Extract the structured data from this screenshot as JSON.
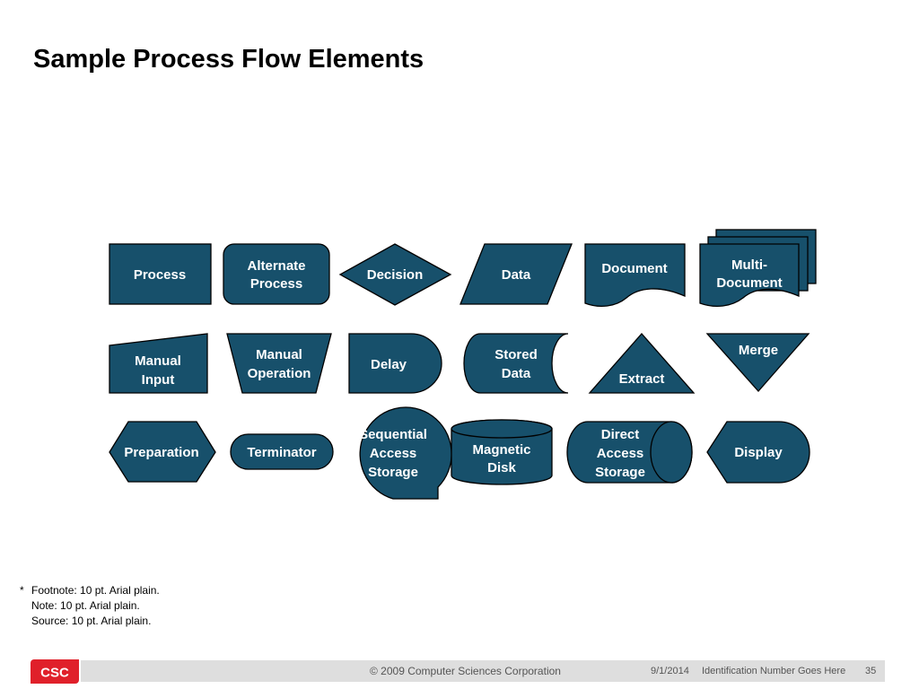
{
  "slide": {
    "title": "Sample Process Flow Elements"
  },
  "shapes": {
    "process": [
      "Process"
    ],
    "alternate_process": [
      "Alternate",
      "Process"
    ],
    "decision": [
      "Decision"
    ],
    "data": [
      "Data"
    ],
    "document": [
      "Document"
    ],
    "multi_document": [
      "Multi-",
      "Document"
    ],
    "manual_input": [
      "Manual",
      "Input"
    ],
    "manual_operation": [
      "Manual",
      "Operation"
    ],
    "delay": [
      "Delay"
    ],
    "stored_data": [
      "Stored",
      "Data"
    ],
    "extract": [
      "Extract"
    ],
    "merge": [
      "Merge"
    ],
    "preparation": [
      "Preparation"
    ],
    "terminator": [
      "Terminator"
    ],
    "sequential_access_storage": [
      "Sequential",
      "Access",
      "Storage"
    ],
    "magnetic_disk": [
      "Magnetic",
      "Disk"
    ],
    "direct_access_storage": [
      "Direct",
      "Access",
      "Storage"
    ],
    "display": [
      "Display"
    ]
  },
  "notes": {
    "marker": "*",
    "footnote": "Footnote: 10 pt. Arial plain.",
    "note": "Note: 10 pt. Arial plain.",
    "source": "Source: 10 pt. Arial plain."
  },
  "footer": {
    "logo_text": "CSC",
    "copyright": "© 2009 Computer Sciences Corporation",
    "date": "9/1/2014",
    "identification": "Identification Number Goes Here",
    "page_number": "35"
  },
  "colors": {
    "shape_fill": "#17506b",
    "shape_outline": "#000000",
    "label": "#ffffff",
    "logo_red": "#e0202a",
    "footer_bar": "#dedede"
  }
}
